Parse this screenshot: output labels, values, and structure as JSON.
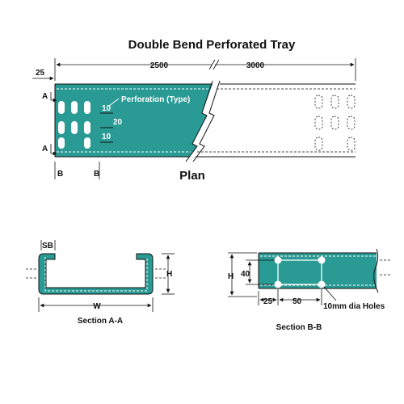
{
  "title": "Double Bend Perforated Tray",
  "plan": {
    "label": "Plan",
    "dim_25": "25",
    "dim_2500": "2500",
    "dim_3000": "3000",
    "perforation_label": "Perforation (Type)",
    "perf_10_top": "10",
    "perf_20": "20",
    "perf_10_bottom": "10",
    "section_a_top": "A",
    "section_a_bottom": "A",
    "section_b_left": "B",
    "section_b_right": "B"
  },
  "section_aa": {
    "caption": "Section A-A",
    "sb_label": "SB",
    "h_label": "H",
    "w_label": "W"
  },
  "section_bb": {
    "caption": "Section B-B",
    "h_label": "H",
    "dim_40": "40",
    "dim_25": "25",
    "dim_50": "50",
    "holes_label": "10mm  dia Holes"
  },
  "colors": {
    "tray": "#2a9a94",
    "ink": "#111111"
  }
}
